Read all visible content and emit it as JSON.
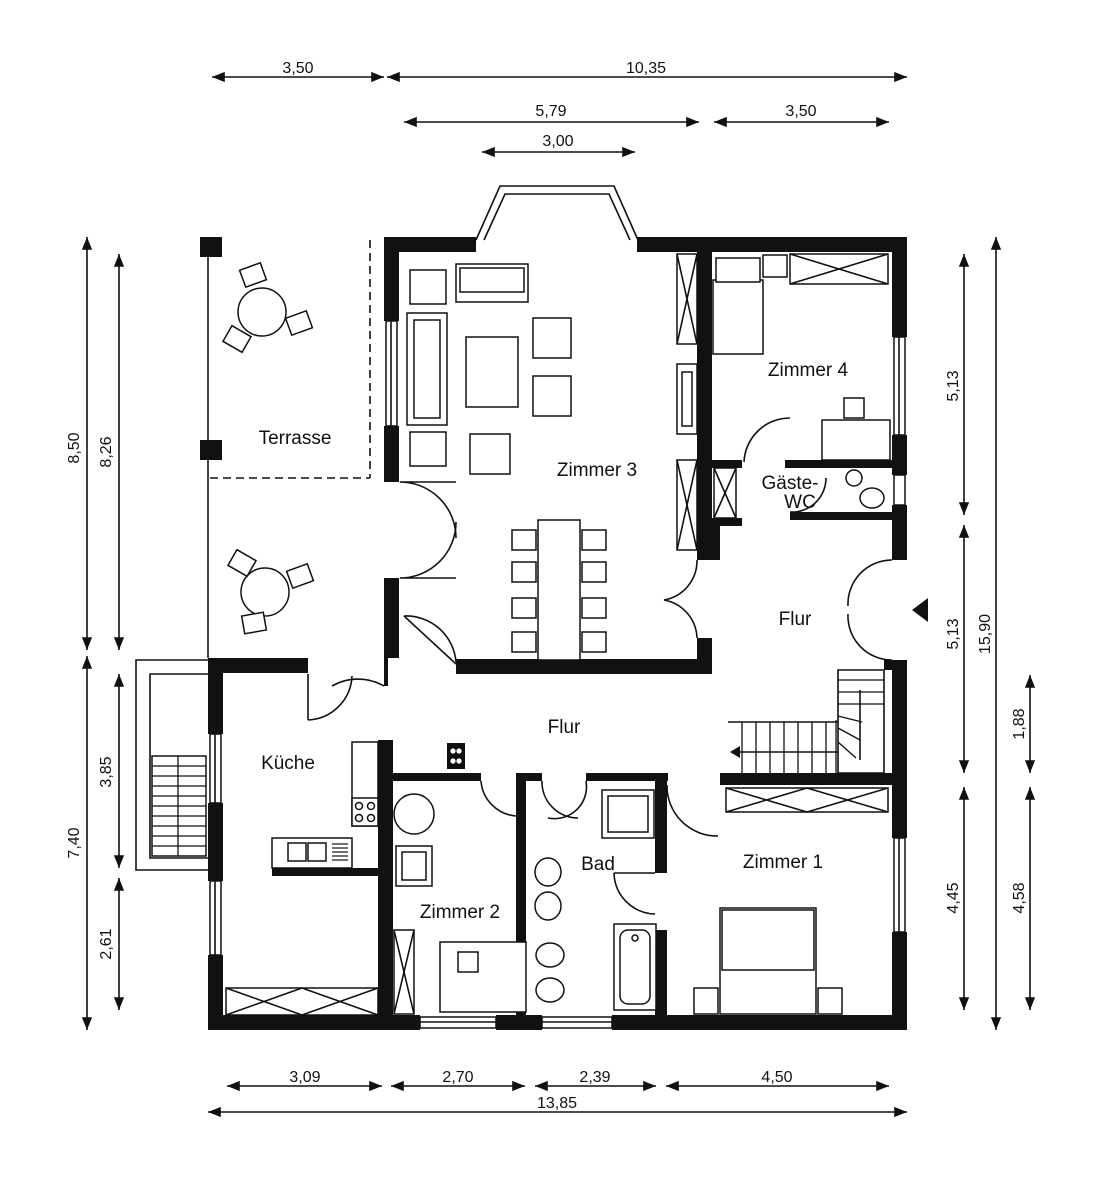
{
  "rooms": {
    "terrasse": "Terrasse",
    "zimmer3": "Zimmer 3",
    "zimmer4": "Zimmer 4",
    "gaeste_wc_line1": "Gäste-",
    "gaeste_wc_line2": "WC",
    "flur_right": "Flur",
    "flur_main": "Flur",
    "kueche": "Küche",
    "zimmer2": "Zimmer 2",
    "bad": "Bad",
    "zimmer1": "Zimmer 1"
  },
  "dimensions": {
    "top_row1_left": "3,50",
    "top_row1_right": "10,35",
    "top_row2_left": "5,79",
    "top_row2_right": "3,50",
    "top_row3": "3,00",
    "bottom_1": "3,09",
    "bottom_2": "2,70",
    "bottom_3": "2,39",
    "bottom_4": "4,50",
    "bottom_total": "13,85",
    "left_outer_top": "8,50",
    "left_inner_top": "8,26",
    "left_outer_bottom": "7,40",
    "left_inner_mid": "3,85",
    "left_inner_bottom": "2,61",
    "right_inner_top": "5,13",
    "right_inner_mid": "5,13",
    "right_outer_total": "15,90",
    "right_far_top": "1,88",
    "right_inner_bottom": "4,45",
    "right_far_bottom": "4,58"
  }
}
